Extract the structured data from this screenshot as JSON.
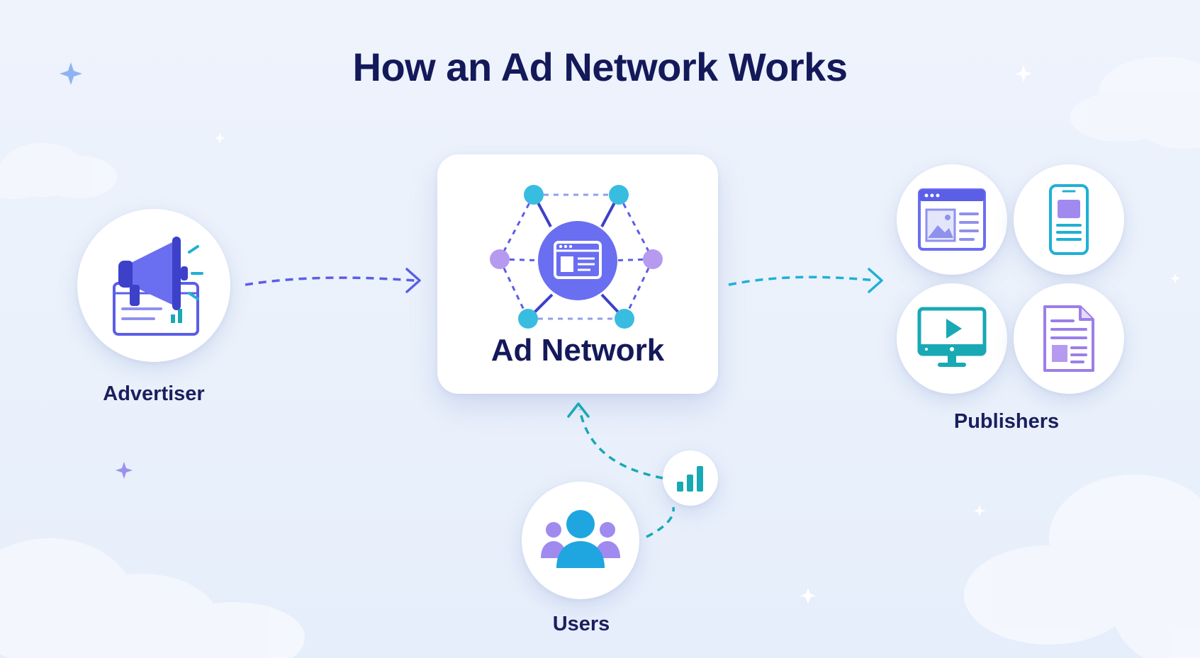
{
  "title": "How an Ad Network Works",
  "nodes": {
    "advertiser": {
      "label": "Advertiser",
      "icon": "megaphone-icon"
    },
    "ad_network": {
      "label": "Ad Network",
      "icon": "network-hub-icon"
    },
    "publishers": {
      "label": "Publishers",
      "items": [
        {
          "icon": "website-icon"
        },
        {
          "icon": "smartphone-icon"
        },
        {
          "icon": "video-monitor-icon"
        },
        {
          "icon": "document-icon"
        }
      ]
    },
    "users": {
      "label": "Users",
      "icon": "users-group-icon",
      "badge_icon": "bar-chart-icon"
    }
  },
  "edges": [
    {
      "from": "Advertiser",
      "to": "Ad Network"
    },
    {
      "from": "Ad Network",
      "to": "Publishers"
    },
    {
      "from": "Users",
      "to": "Ad Network"
    }
  ],
  "colors": {
    "title": "#14195a",
    "indigo": "#5b5ee6",
    "cyan": "#1fb0d6",
    "purple": "#b59af0",
    "teal": "#18a9b5",
    "background": "#eaf1fb"
  }
}
